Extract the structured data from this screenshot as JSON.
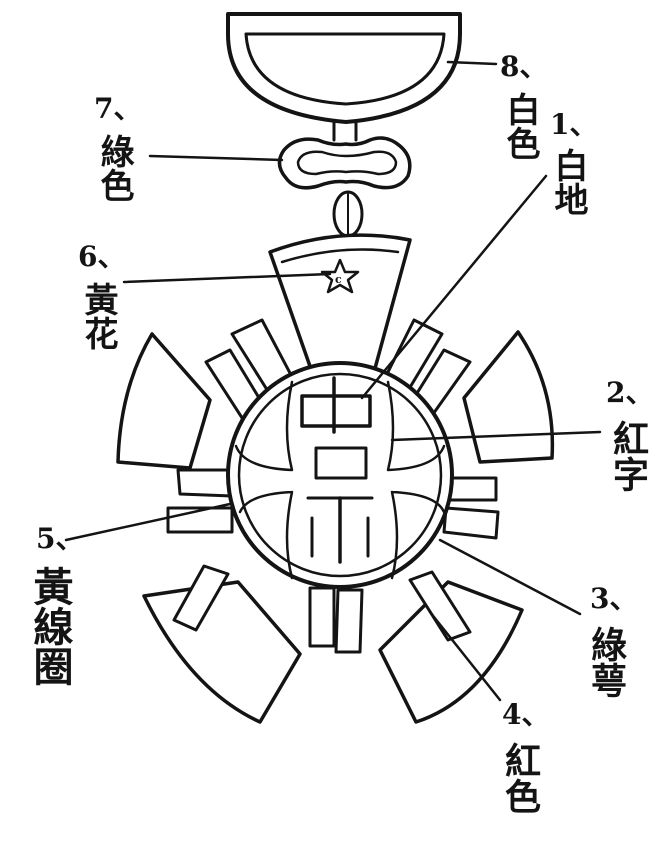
{
  "medal": {
    "center_text": "忠 示",
    "star_mark": "c"
  },
  "labels": [
    {
      "id": "1",
      "num": "1、",
      "text": "白地"
    },
    {
      "id": "2",
      "num": "2、",
      "text": "紅字"
    },
    {
      "id": "3",
      "num": "3、",
      "text": "綠萼"
    },
    {
      "id": "4",
      "num": "4、",
      "text": "紅色"
    },
    {
      "id": "5",
      "num": "5、",
      "text": "黃線圈"
    },
    {
      "id": "6",
      "num": "6、",
      "text": "黃花"
    },
    {
      "id": "7",
      "num": "7、",
      "text": "綠色"
    },
    {
      "id": "8",
      "num": "8、",
      "text": "白色"
    }
  ]
}
